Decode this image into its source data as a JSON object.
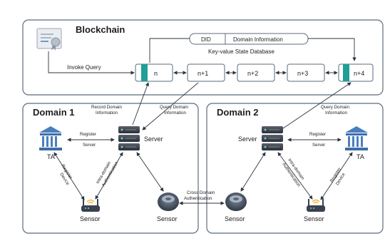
{
  "blockchain": {
    "title": "Blockchain",
    "invoke_query": "Invoke Query",
    "did": "DID",
    "domain_information": "Domain Information",
    "kv_db": "Key-value State Database",
    "blocks": [
      "n",
      "n+1",
      "n+2",
      "n+3",
      "n+4"
    ]
  },
  "domain1": {
    "title": "Domain 1",
    "record_1": "Record Domain",
    "record_2": "Information",
    "query_1": "Query Domain",
    "query_2": "Information",
    "register_1": "Register",
    "register_2": "Server",
    "server": "Server",
    "ta": "TA",
    "register_device_1": "Register",
    "register_device_2": "Device",
    "intra_1": "Intra-domain",
    "intra_2": "Authentication",
    "sensor_left": "Sensor",
    "sensor_right": "Sensor"
  },
  "cross": {
    "line1": "Cross Domain",
    "line2": "Authentication"
  },
  "domain2": {
    "title": "Domain 2",
    "query_1": "Query Domain",
    "query_2": "Information",
    "register_1": "Register",
    "register_2": "Server",
    "server": "Server",
    "ta": "TA",
    "register_device_1": "Register",
    "register_device_2": "Device",
    "intra_1": "Intra-domain",
    "intra_2": "Authentication",
    "sensor_left": "Sensor",
    "sensor_right": "Sensor"
  },
  "colors": {
    "border": "#5a6b7b",
    "panel": "#ffffff",
    "teal": "#1f9f96",
    "server": "#3b4048",
    "ta": "#4a7fbf",
    "sensor": "#4b5564"
  }
}
